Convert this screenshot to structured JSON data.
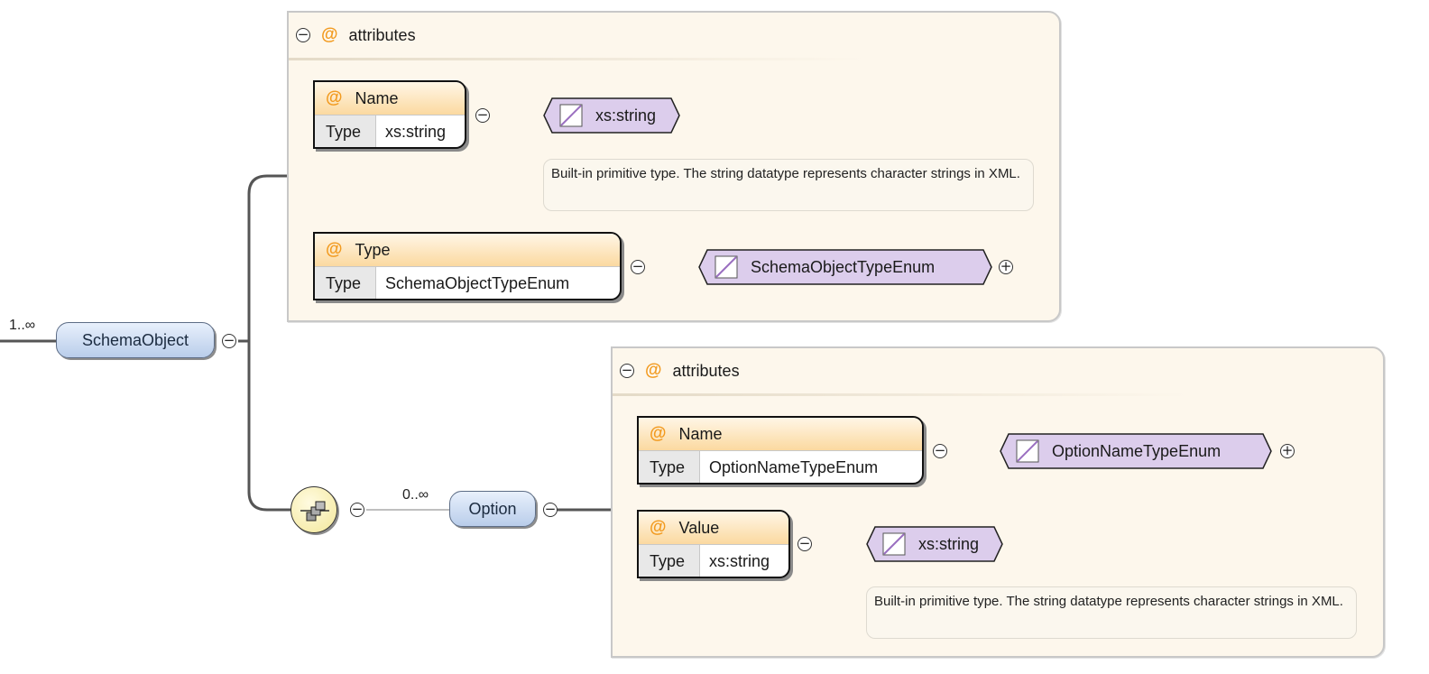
{
  "root": {
    "label": "SchemaObject",
    "cardinality": "1..∞"
  },
  "sequence_icon": "sequence-compositor-icon",
  "group1": {
    "header": "attributes",
    "attributes": [
      {
        "name": "Name",
        "type_key": "Type",
        "type_value": "xs:string",
        "simple_type": "xs:string",
        "tooltip": "Built-in primitive type. The string datatype represents character strings in XML."
      },
      {
        "name": "Type",
        "type_key": "Type",
        "type_value": "SchemaObjectTypeEnum",
        "simple_type": "SchemaObjectTypeEnum"
      }
    ]
  },
  "child": {
    "label": "Option",
    "cardinality": "0..∞"
  },
  "group2": {
    "header": "attributes",
    "attributes": [
      {
        "name": "Name",
        "type_key": "Type",
        "type_value": "OptionNameTypeEnum",
        "simple_type": "OptionNameTypeEnum"
      },
      {
        "name": "Value",
        "type_key": "Type",
        "type_value": "xs:string",
        "simple_type": "xs:string",
        "tooltip": "Built-in primitive type. The string datatype represents character strings in XML."
      }
    ]
  },
  "colors": {
    "panel_bg": "#fdf7ec",
    "attr_header": "#fbd9a0",
    "element_pill": "#b9cdea",
    "simple_type": "#dccdec",
    "at_symbol": "#f29a1f"
  }
}
